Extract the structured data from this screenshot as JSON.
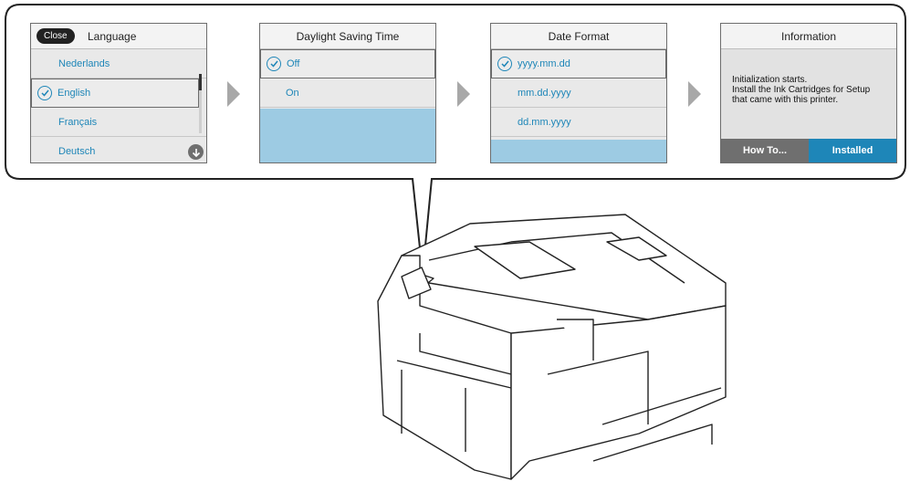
{
  "language_screen": {
    "close_label": "Close",
    "title": "Language",
    "items": [
      "Nederlands",
      "English",
      "Français",
      "Deutsch"
    ],
    "selected": "English",
    "icons": [
      "check-circle-icon",
      "scroll-down-icon"
    ]
  },
  "dst_screen": {
    "title": "Daylight Saving Time",
    "items": [
      "Off",
      "On"
    ],
    "selected": "Off"
  },
  "date_screen": {
    "title": "Date Format",
    "items": [
      "yyyy.mm.dd",
      "mm.dd.yyyy",
      "dd.mm.yyyy"
    ],
    "selected": "yyyy.mm.dd"
  },
  "info_screen": {
    "title": "Information",
    "message_line1": "Initialization starts.",
    "message_line2": "Install the Ink Cartridges for Setup",
    "message_line3": "that came with this printer.",
    "howto_label": "How To...",
    "installed_label": "Installed"
  },
  "colors": {
    "accent": "#1e86b8",
    "highlight_fill": "#9dcbe3",
    "installed_button": "#1e86b8",
    "howto_button": "#6f6f6f"
  }
}
